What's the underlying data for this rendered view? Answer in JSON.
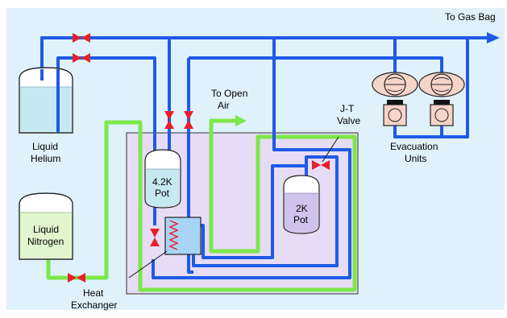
{
  "labels": {
    "to_gas_bag": "To Gas Bag",
    "to_open_air_1": "To Open",
    "to_open_air_2": "Air",
    "jt_valve_1": "J-T",
    "jt_valve_2": "Valve",
    "evac_1": "Evacuation",
    "evac_2": "Units",
    "liquid_helium_1": "Liquid",
    "liquid_helium_2": "Helium",
    "liquid_nitrogen_1": "Liquid",
    "liquid_nitrogen_2": "Nitrogen",
    "pot42_1": "4.2K",
    "pot42_2": "Pot",
    "pot2_1": "2K",
    "pot2_2": "Pot",
    "heat_ex_1": "Heat",
    "heat_ex_2": "Exchanger"
  },
  "colors": {
    "background": "#dff1fb",
    "helium_line": "#1e5ae6",
    "nitrogen_line": "#7ce84a",
    "valve": "#e8202a",
    "cryostat_fill": "#e6dcf5",
    "cryostat_stroke": "#333333",
    "helium_liquid": "#c6e8f3",
    "nitrogen_liquid": "#e1f5cf",
    "pot2_liquid": "#cfc3ec",
    "heat_exchanger": "#a9d4f5",
    "pump_body": "#f7d4c8"
  }
}
